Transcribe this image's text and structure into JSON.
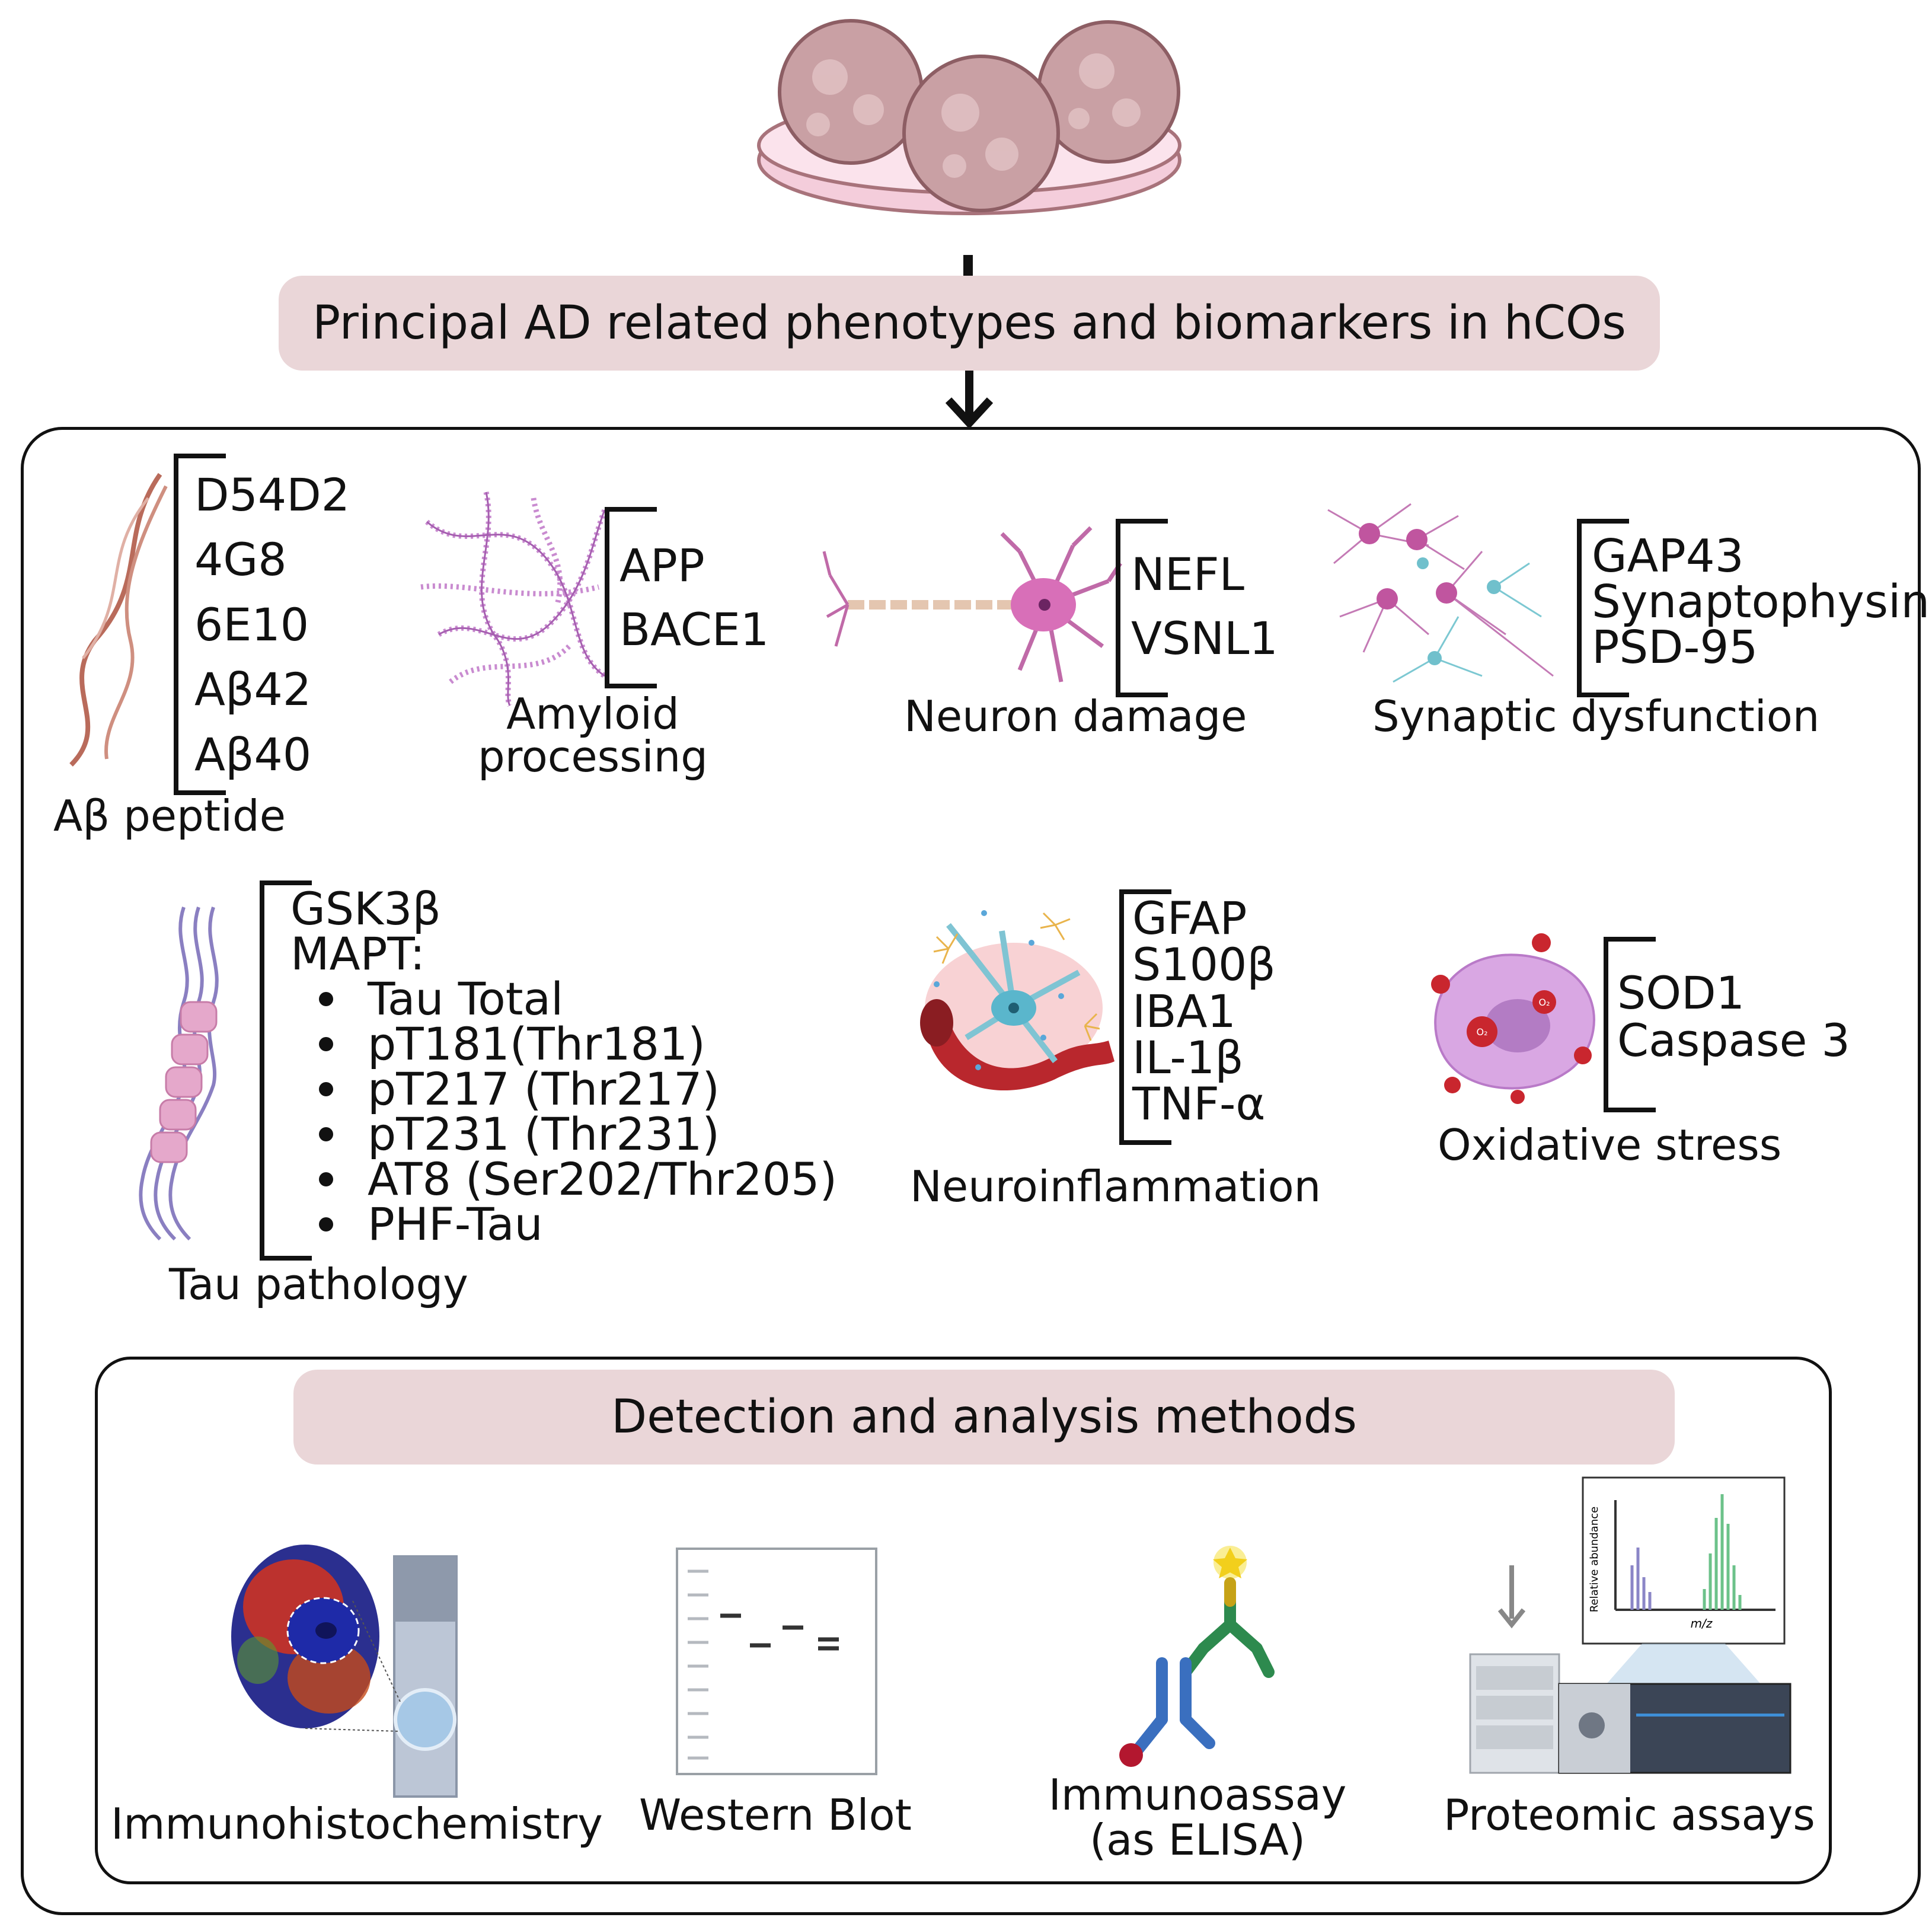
{
  "title": "Principal AD related phenotypes and biomarkers in hCOs",
  "methods_title": "Detection and analysis methods",
  "groups": {
    "abeta": {
      "label": "Aβ peptide",
      "markers": [
        "D54D2",
        "4G8",
        "6E10",
        "Aβ42",
        "Aβ40"
      ]
    },
    "amyloid": {
      "label_line1": "Amyloid",
      "label_line2": "processing",
      "markers": [
        "APP",
        "BACE1"
      ]
    },
    "neuron": {
      "label": "Neuron damage",
      "markers": [
        "NEFL",
        "VSNL1"
      ]
    },
    "synaptic": {
      "label": "Synaptic dysfunction",
      "markers": [
        "GAP43",
        "Synaptophysin",
        "PSD-95"
      ]
    },
    "tau": {
      "label": "Tau pathology",
      "markers": [
        "GSK3β",
        "MAPT:"
      ],
      "bullets": [
        "Tau Total",
        "pT181(Thr181)",
        "pT217 (Thr217)",
        "pT231 (Thr231)",
        "AT8 (Ser202/Thr205)",
        "PHF-Tau"
      ]
    },
    "neuroinflammation": {
      "label": "Neuroinflammation",
      "markers": [
        "GFAP",
        "S100β",
        "IBA1",
        "IL-1β",
        "TNF-α"
      ]
    },
    "oxidative": {
      "label": "Oxidative stress",
      "markers": [
        "SOD1",
        "Caspase 3"
      ]
    }
  },
  "methods": {
    "ihc": "Immunohistochemistry",
    "wb": "Western Blot",
    "elisa_line1": "Immunoassay",
    "elisa_line2": "(as ELISA)",
    "proteomic": "Proteomic assays"
  },
  "ms_chart": {
    "ylabel": "Relative abundance",
    "xlabel": "m/z"
  },
  "o2_label": "O₂",
  "colors": {
    "pill": "#ead6d8",
    "organoid": "#c9a0a4",
    "dish": "#f4cddb"
  }
}
